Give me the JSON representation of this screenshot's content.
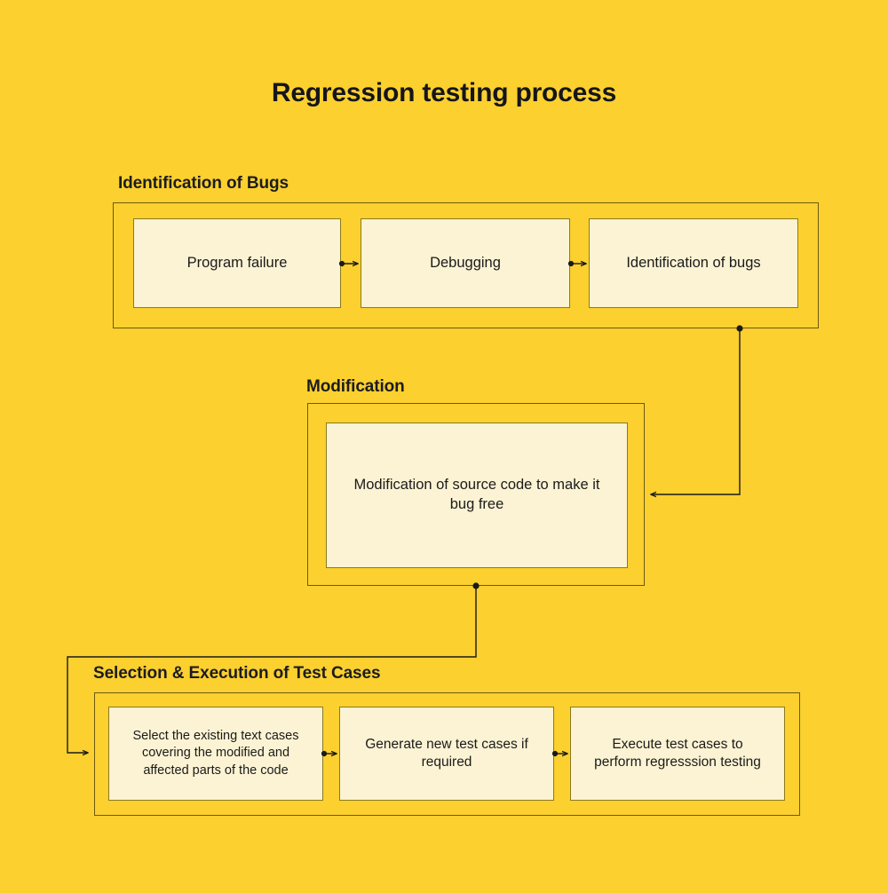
{
  "page": {
    "background_color": "#FBD02F",
    "title": "Regression testing process"
  },
  "theme": {
    "canvas": "#FBD02F",
    "node_fill": "#FCF3D4",
    "node_border": "#8A7A20",
    "group_border": "#6B5A14",
    "text": "#1A1A1A",
    "title_text": "#15151A",
    "connector": "#1A1A1A"
  },
  "sections": [
    {
      "id": "identification-of-bugs",
      "label": "Identification of Bugs",
      "nodes": [
        {
          "id": "program-failure",
          "label": "Program failure"
        },
        {
          "id": "debugging",
          "label": "Debugging"
        },
        {
          "id": "identification-of-bugs-node",
          "label": "Identification of bugs"
        }
      ]
    },
    {
      "id": "modification",
      "label": "Modification",
      "nodes": [
        {
          "id": "modification-of-source-code",
          "label": "Modification of source code to make it bug free"
        }
      ]
    },
    {
      "id": "selection-execution-of-test-cases",
      "label": "Selection & Execution of Test Cases",
      "nodes": [
        {
          "id": "select-existing-test-cases",
          "label": "Select the existing text cases covering the modified and affected parts of the code"
        },
        {
          "id": "generate-new-test-cases",
          "label": "Generate new test cases if required"
        },
        {
          "id": "execute-test-cases",
          "label": "Execute test cases to perform regresssion testing"
        }
      ]
    }
  ],
  "connectors": [
    {
      "id": "program-failure-to-debugging",
      "from": "program-failure",
      "to": "debugging",
      "kind": "arrow"
    },
    {
      "id": "debugging-to-identification-of-bugs",
      "from": "debugging",
      "to": "identification-of-bugs-node",
      "kind": "arrow"
    },
    {
      "id": "bugs-group-to-modification-group",
      "from": "identification-of-bugs",
      "to": "modification",
      "kind": "elbow-arrow"
    },
    {
      "id": "modification-group-to-selection-group",
      "from": "modification",
      "to": "selection-execution-of-test-cases",
      "kind": "elbow-arrow"
    },
    {
      "id": "select-to-generate",
      "from": "select-existing-test-cases",
      "to": "generate-new-test-cases",
      "kind": "arrow"
    },
    {
      "id": "generate-to-execute",
      "from": "generate-new-test-cases",
      "to": "execute-test-cases",
      "kind": "arrow"
    }
  ]
}
